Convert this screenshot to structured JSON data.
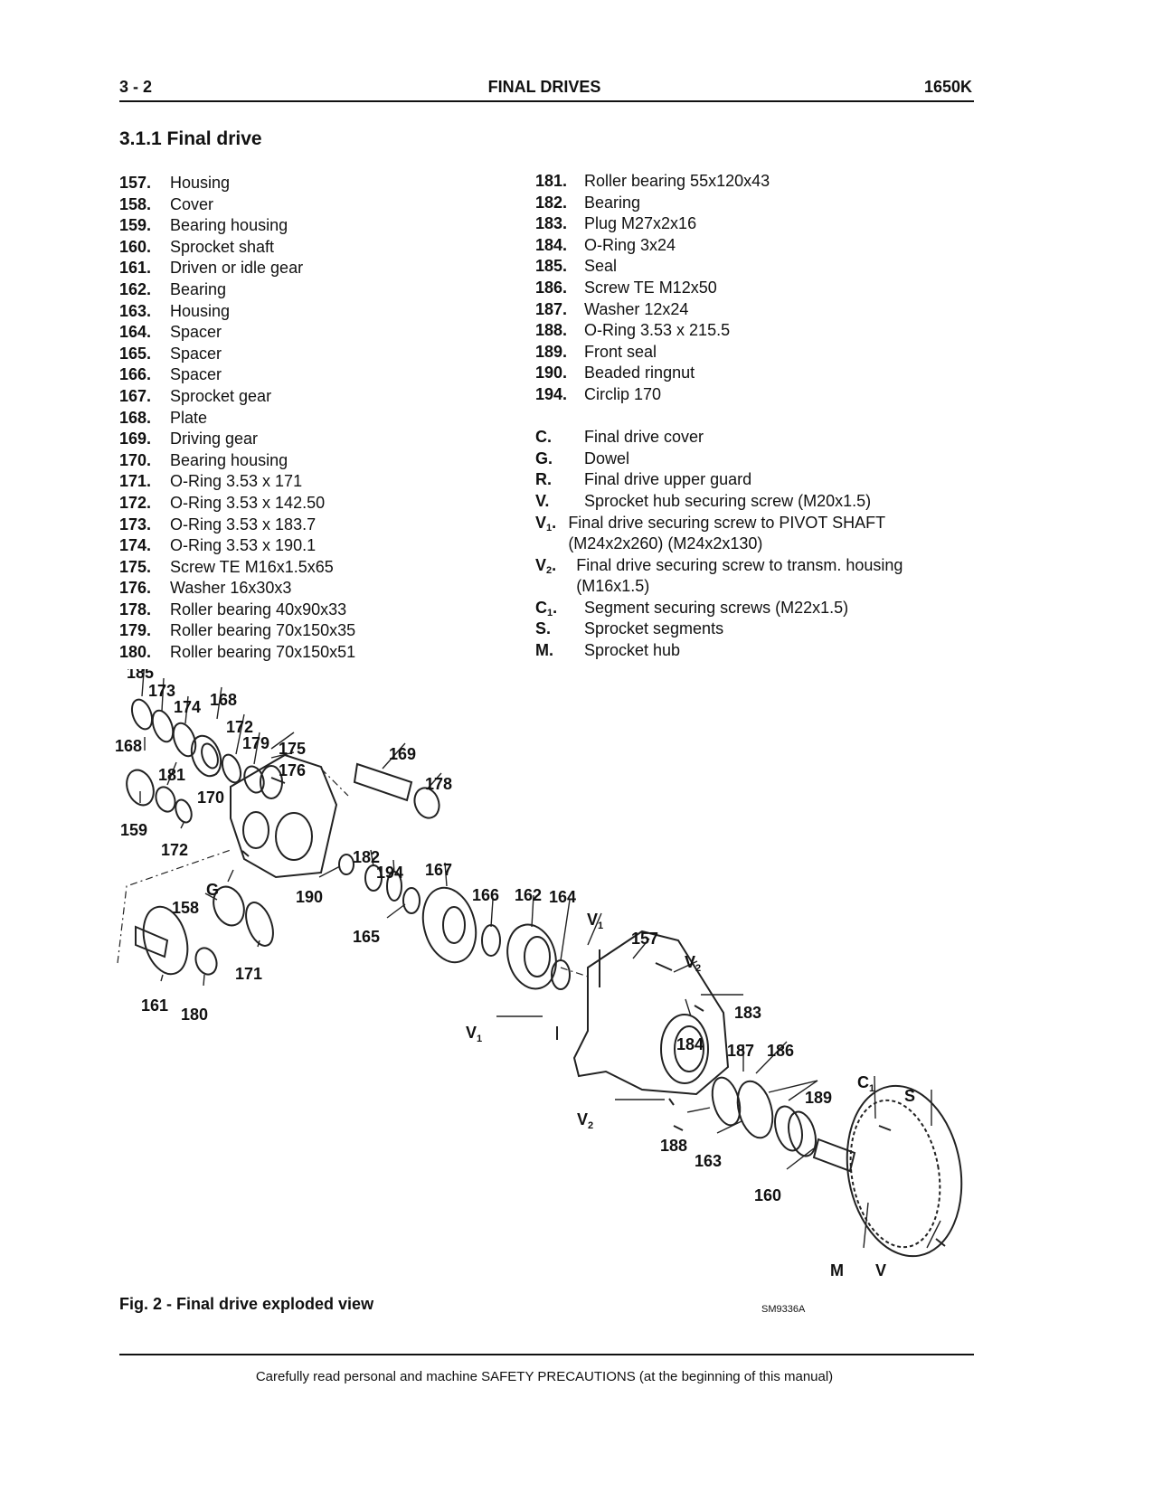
{
  "header": {
    "page_number": "3 - 2",
    "chapter": "FINAL DRIVES",
    "model": "1650K"
  },
  "section_title": "3.1.1 Final drive",
  "parts_left": [
    {
      "num": "157.",
      "desc": "Housing"
    },
    {
      "num": "158.",
      "desc": "Cover"
    },
    {
      "num": "159.",
      "desc": "Bearing housing"
    },
    {
      "num": "160.",
      "desc": "Sprocket shaft"
    },
    {
      "num": "161.",
      "desc": "Driven or idle gear"
    },
    {
      "num": "162.",
      "desc": "Bearing"
    },
    {
      "num": "163.",
      "desc": "Housing"
    },
    {
      "num": "164.",
      "desc": "Spacer"
    },
    {
      "num": "165.",
      "desc": "Spacer"
    },
    {
      "num": "166.",
      "desc": "Spacer"
    },
    {
      "num": "167.",
      "desc": "Sprocket gear"
    },
    {
      "num": "168.",
      "desc": "Plate"
    },
    {
      "num": "169.",
      "desc": "Driving gear"
    },
    {
      "num": "170.",
      "desc": "Bearing housing"
    },
    {
      "num": "171.",
      "desc": "O-Ring 3.53 x 171"
    },
    {
      "num": "172.",
      "desc": "O-Ring 3.53 x 142.50"
    },
    {
      "num": "173.",
      "desc": "O-Ring 3.53 x 183.7"
    },
    {
      "num": "174.",
      "desc": "O-Ring 3.53 x 190.1"
    },
    {
      "num": "175.",
      "desc": "Screw TE M16x1.5x65"
    },
    {
      "num": "176.",
      "desc": "Washer 16x30x3"
    },
    {
      "num": "178.",
      "desc": "Roller bearing 40x90x33"
    },
    {
      "num": "179.",
      "desc": "Roller bearing 70x150x35"
    },
    {
      "num": "180.",
      "desc": "Roller bearing 70x150x51"
    }
  ],
  "parts_right": [
    {
      "num": "181.",
      "desc": "Roller bearing 55x120x43"
    },
    {
      "num": "182.",
      "desc": "Bearing"
    },
    {
      "num": "183.",
      "desc": "Plug M27x2x16"
    },
    {
      "num": "184.",
      "desc": "O-Ring 3x24"
    },
    {
      "num": "185.",
      "desc": "Seal"
    },
    {
      "num": "186.",
      "desc": "Screw TE M12x50"
    },
    {
      "num": "187.",
      "desc": "Washer 12x24"
    },
    {
      "num": "188.",
      "desc": "O-Ring 3.53 x 215.5"
    },
    {
      "num": "189.",
      "desc": "Front seal"
    },
    {
      "num": "190.",
      "desc": "Beaded ringnut"
    },
    {
      "num": "194.",
      "desc": "Circlip 170"
    }
  ],
  "parts_letters": [
    {
      "num": "C.",
      "desc": "Final drive cover"
    },
    {
      "num": "G.",
      "desc": "Dowel"
    },
    {
      "num": "R.",
      "desc": "Final drive upper guard"
    },
    {
      "num": "V.",
      "desc": "Sprocket hub securing screw (M20x1.5)"
    },
    {
      "num": "V1.",
      "desc": "Final drive securing screw to PIVOT SHAFT (M24x2x260) (M24x2x130)"
    },
    {
      "num": "V2.",
      "desc": "Final drive securing screw to transm. housing (M16x1.5)"
    },
    {
      "num": "C1.",
      "desc": "Segment securing screws (M22x1.5)"
    },
    {
      "num": "S.",
      "desc": "Sprocket segments"
    },
    {
      "num": "M.",
      "desc": "Sprocket hub"
    }
  ],
  "diagram": {
    "callouts": [
      "185",
      "173",
      "174",
      "168",
      "172",
      "179",
      "175",
      "176",
      "168",
      "181",
      "170",
      "159",
      "172",
      "169",
      "178",
      "182",
      "194",
      "167",
      "190",
      "G",
      "158",
      "165",
      "166",
      "162",
      "164",
      "V1",
      "157",
      "V2",
      "171",
      "161",
      "180",
      "183",
      "V1",
      "184",
      "187",
      "186",
      "C1",
      "S",
      "189",
      "V2",
      "188",
      "163",
      "160",
      "M",
      "V"
    ]
  },
  "figure_caption": "Fig. 2 - Final drive exploded view",
  "figure_code": "SM9336A",
  "footer": "Carefully read personal and machine SAFETY PRECAUTIONS (at the beginning of this manual)"
}
